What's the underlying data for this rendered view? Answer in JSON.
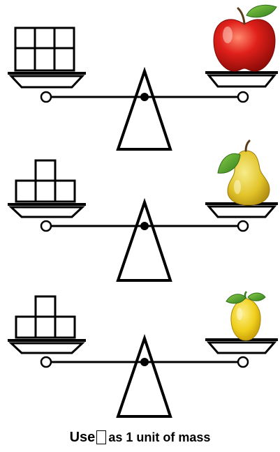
{
  "caption": {
    "prefix": "Use",
    "suffix": "as 1 unit of mass",
    "unit_icon": "square-unit-icon"
  },
  "balances": [
    {
      "left_blocks": 6,
      "left_icon": "block-stack-icon",
      "right_icon": "apple-icon",
      "right_colors": [
        "#e0201a",
        "#ff8a6e",
        "#4c9a22"
      ]
    },
    {
      "left_blocks": 4,
      "left_icon": "block-stack-icon",
      "right_icon": "pear-icon",
      "right_colors": [
        "#e2c42a",
        "#f7ec8a",
        "#3e9a2e"
      ]
    },
    {
      "left_blocks": 4,
      "left_icon": "block-stack-icon",
      "right_icon": "lemon-icon",
      "right_colors": [
        "#f0cf1c",
        "#fbef8a",
        "#3e9a2e"
      ]
    }
  ]
}
